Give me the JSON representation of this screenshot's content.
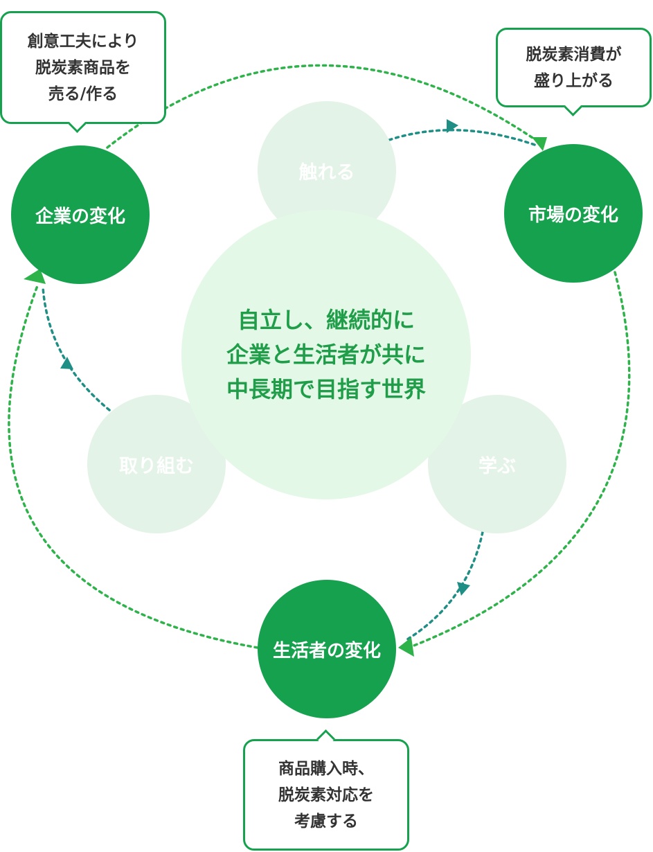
{
  "center_text": "自立し、継続的に\n企業と生活者が共に\n中長期で目指す世界",
  "actions": {
    "touch": "触れる",
    "learn": "学ぶ",
    "engage": "取り組む"
  },
  "changes": {
    "company": "企業の変化",
    "market": "市場の変化",
    "consumer": "生活者の変化"
  },
  "callouts": {
    "company": "創意工夫により\n脱炭素商品を\n売る/作る",
    "market": "脱炭素消費が\n盛り上がる",
    "consumer": "商品購入時、\n脱炭素対応を\n考慮する"
  },
  "colors": {
    "dark_green": "#16a14e",
    "arrow_green": "#2eb24a",
    "teal": "#1f8f86",
    "soft_green": "#e3f3e7",
    "center_fill": "#e3f8e6"
  }
}
